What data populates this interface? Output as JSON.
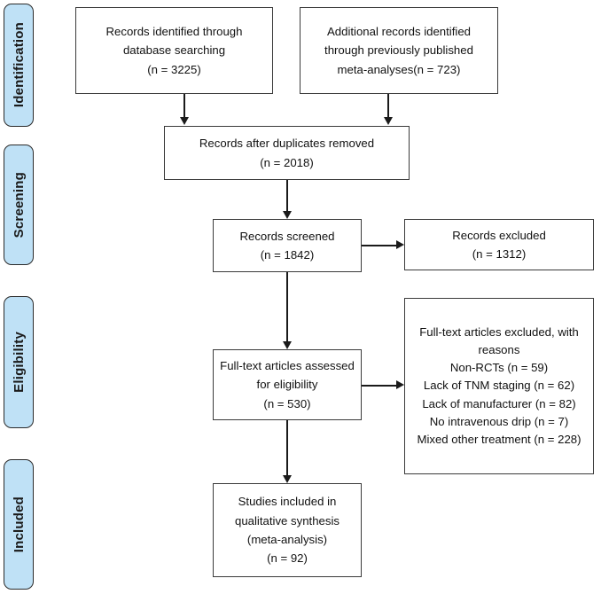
{
  "diagram": {
    "type": "prisma-flow-diagram",
    "stages": [
      {
        "id": "identification",
        "label": "Identification"
      },
      {
        "id": "screening",
        "label": "Screening"
      },
      {
        "id": "eligibility",
        "label": "Eligibility"
      },
      {
        "id": "included",
        "label": "Included"
      }
    ],
    "boxes": {
      "database_search": {
        "lines": [
          "Records identified through",
          "database searching",
          "(n = 3225)"
        ]
      },
      "additional_records": {
        "lines": [
          "Additional records identified",
          "through previously published",
          "meta-analyses(n = 723)"
        ]
      },
      "duplicates_removed": {
        "lines": [
          "Records after duplicates removed",
          "(n = 2018)"
        ]
      },
      "records_screened": {
        "lines": [
          "Records screened",
          "(n = 1842)"
        ]
      },
      "records_excluded": {
        "lines": [
          "Records excluded",
          "(n = 1312)"
        ]
      },
      "fulltext_assessed": {
        "lines": [
          "Full-text articles assessed",
          "for eligibility",
          "(n = 530)"
        ]
      },
      "fulltext_excluded": {
        "lines": [
          "Full-text articles excluded, with",
          "reasons",
          "Non-RCTs (n = 59)",
          "Lack of TNM staging (n = 62)",
          "Lack of manufacturer (n = 82)",
          "No intravenous drip (n = 7)",
          "Mixed other treatment (n = 228)"
        ]
      },
      "studies_included": {
        "lines": [
          "Studies included in",
          "qualitative synthesis",
          "(meta-analysis)",
          "(n = 92)"
        ]
      }
    },
    "colors": {
      "stage_fill": "#bfe1f6",
      "stage_border": "#2b2b2b",
      "box_border": "#3a3a3a",
      "connector": "#1a1a1a",
      "background": "#ffffff",
      "text": "#111111"
    },
    "counts": {
      "database_searching": 3225,
      "additional_records": 723,
      "after_duplicates": 2018,
      "screened": 1842,
      "excluded_screening": 1312,
      "fulltext_assessed": 530,
      "excluded_non_rcts": 59,
      "excluded_tnm": 62,
      "excluded_manufacturer": 82,
      "excluded_iv_drip": 7,
      "excluded_mixed_treatment": 228,
      "included_studies": 92
    }
  }
}
